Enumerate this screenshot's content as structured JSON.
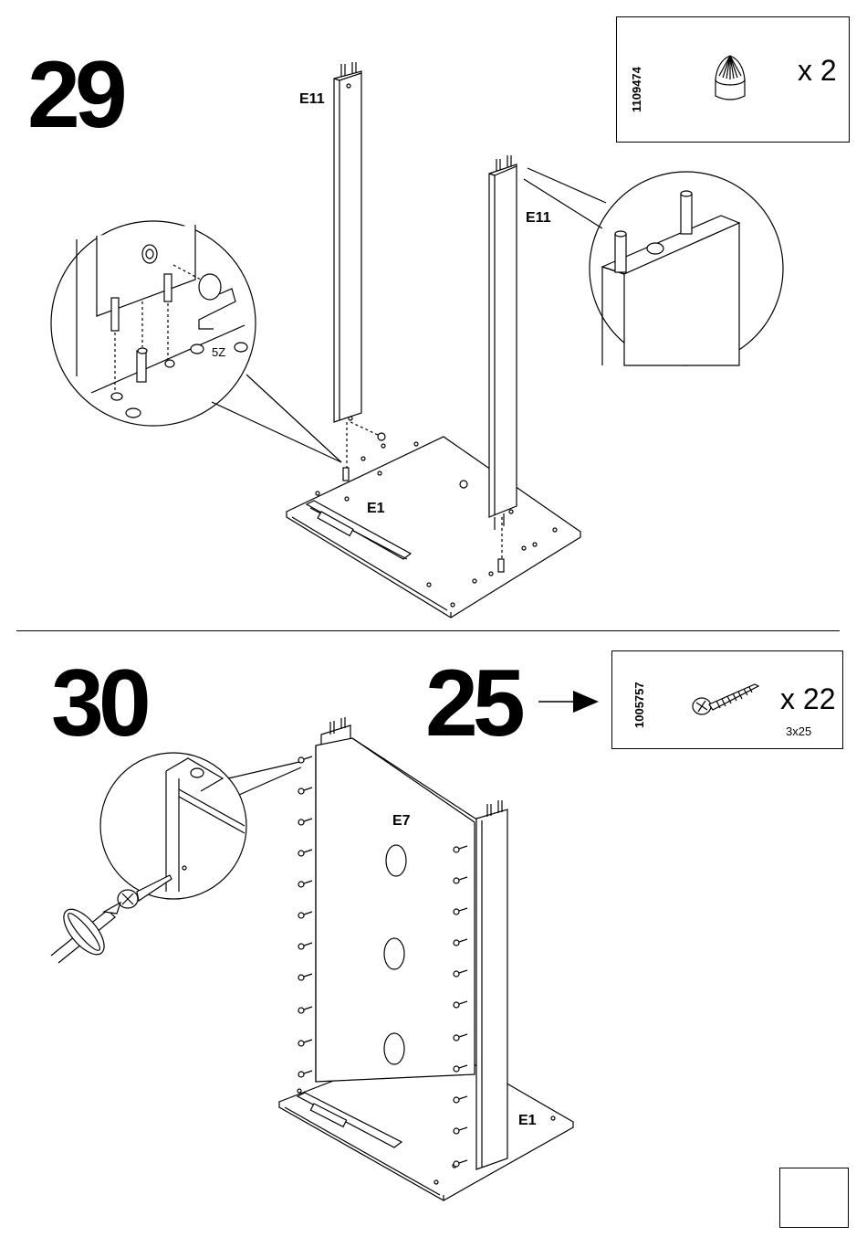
{
  "steps": [
    {
      "number": "29",
      "hardware": {
        "code": "1109474",
        "quantity": "x 2",
        "icon": "cam-lock-icon"
      },
      "labels": {
        "upright_left": "E11",
        "upright_right": "E11",
        "base": "E1",
        "detail_tool": "5Z"
      }
    },
    {
      "number": "30",
      "repeat_count": "25",
      "hardware": {
        "code": "1005757",
        "quantity": "x 22",
        "size": "3x25",
        "icon": "screw-icon"
      },
      "labels": {
        "back_panel": "E7",
        "base": "E1"
      }
    }
  ],
  "page_number": ""
}
